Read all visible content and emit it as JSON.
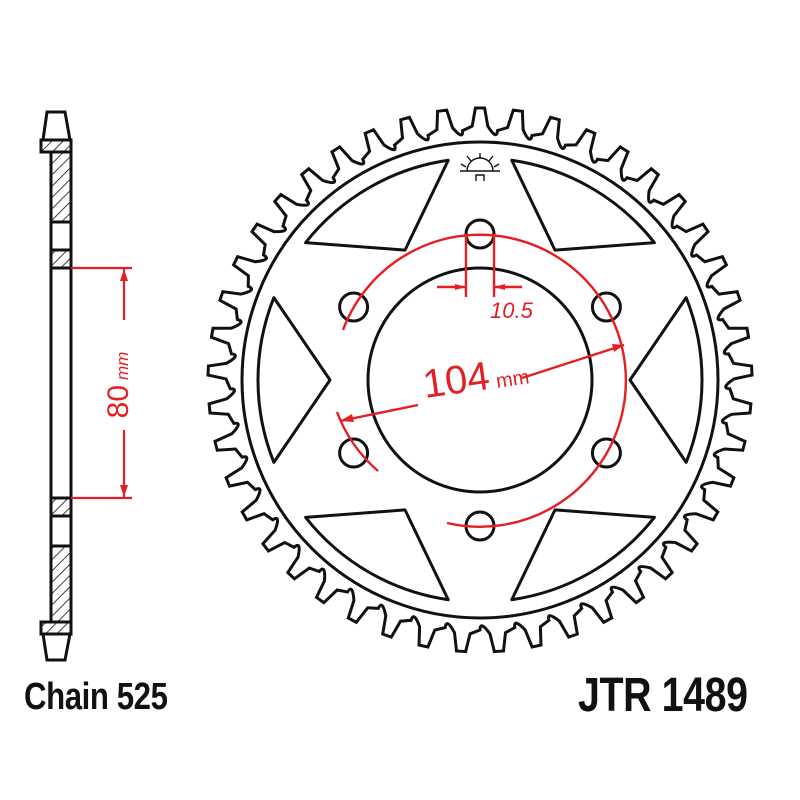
{
  "product": {
    "chain_label": "Chain 525",
    "part_number": "JTR 1489"
  },
  "dimensions": {
    "bolt_circle_value": "104",
    "bolt_circle_unit": "mm",
    "bolt_hole_value": "10.5",
    "center_bore_value": "80",
    "center_bore_unit": "mm"
  },
  "sprocket": {
    "teeth": 45,
    "bolt_holes": 6,
    "lightening_cutouts": 6
  },
  "colors": {
    "line": "#111111",
    "dimension": "#e31e24",
    "background": "#ffffff"
  }
}
